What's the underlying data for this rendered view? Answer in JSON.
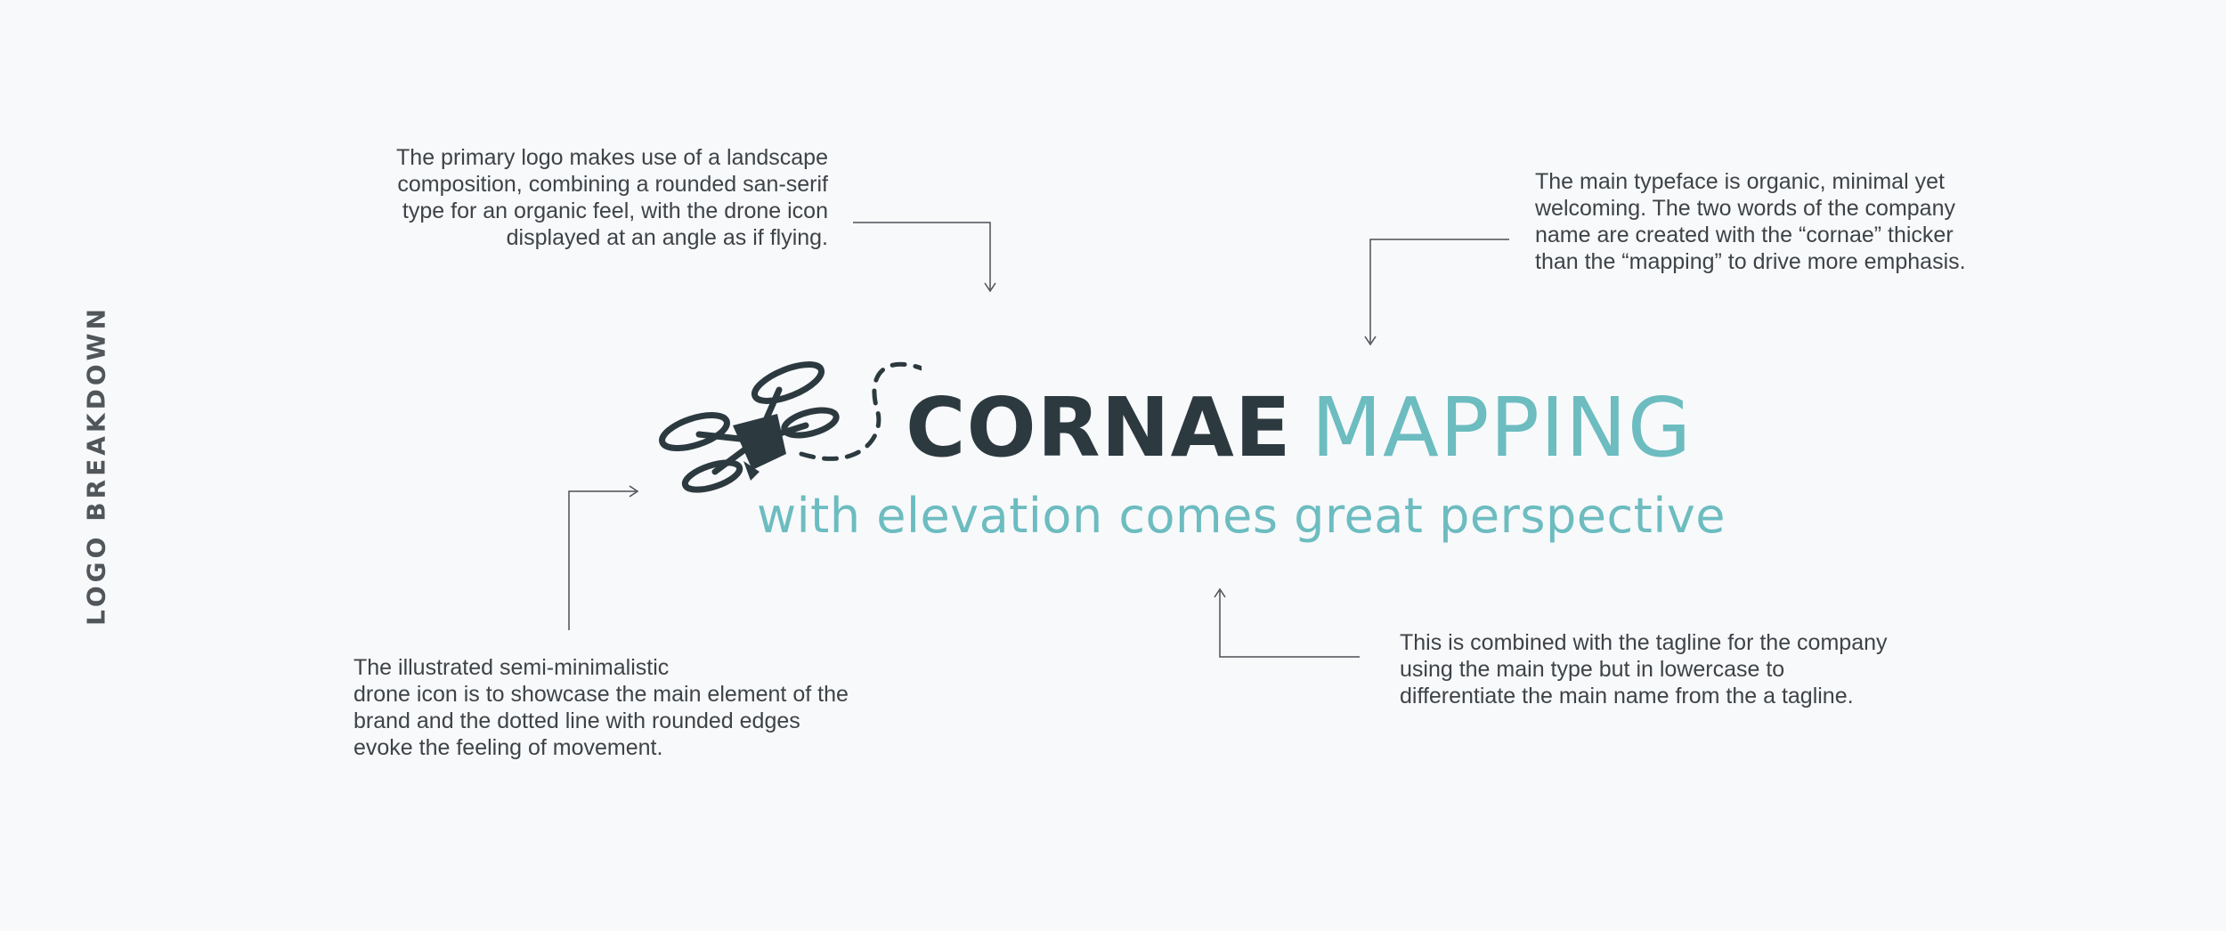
{
  "side_title": "LOGO BREAKDOWN",
  "notes": {
    "top_left": [
      "The primary logo makes use of a landscape",
      "composition, combining a rounded san-serif",
      "type for an organic feel, with the drone icon",
      "displayed at an angle as if flying."
    ],
    "top_right": [
      "The main typeface is organic, minimal yet",
      "welcoming. The two words of the company",
      "name are created with the “cornae” thicker",
      "than the “mapping” to drive more emphasis."
    ],
    "bottom_left": [
      "The illustrated semi-minimalistic",
      "drone icon is to showcase the main element of the",
      "brand and the dotted line with rounded edges",
      "evoke the feeling of movement."
    ],
    "bottom_right": [
      "This is combined with the tagline for the company",
      "using the main type but in lowercase to",
      "differentiate the main name from the a tagline."
    ]
  },
  "logo": {
    "name_part1": "CORNAE",
    "name_part2": "MAPPING",
    "tagline": "with elevation comes great perspective"
  },
  "colors": {
    "background": "#f8f9fb",
    "dark": "#2c3a40",
    "teal": "#6cbcc0",
    "text": "#3d4347"
  },
  "icons": [
    "drone-icon",
    "dotted-flight-path"
  ]
}
